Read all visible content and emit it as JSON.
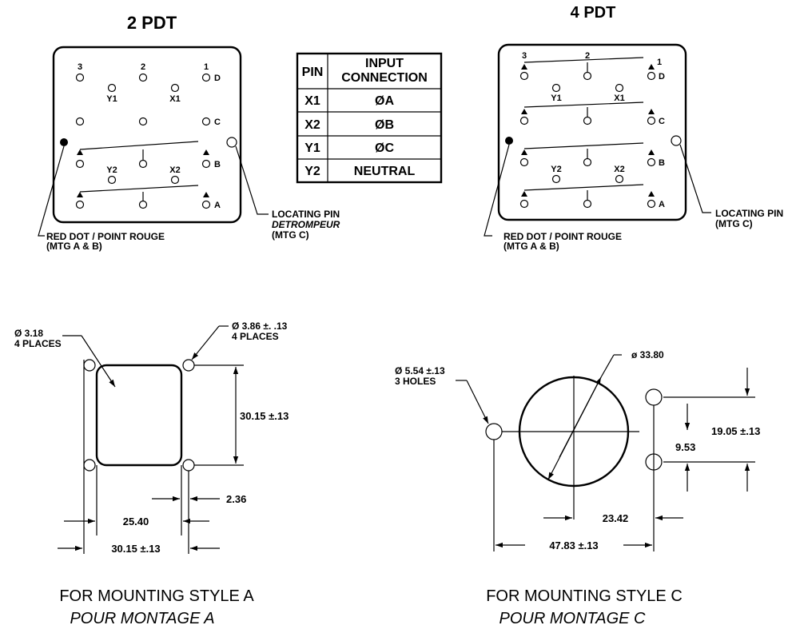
{
  "titles": {
    "two_pdt": "2 PDT",
    "four_pdt": "4 PDT"
  },
  "pin_labels": {
    "n3": "3",
    "n2": "2",
    "n1": "1",
    "d": "D",
    "c": "C",
    "b": "B",
    "a": "A",
    "y1": "Y1",
    "x1": "X1",
    "y2": "Y2",
    "x2": "X2"
  },
  "callouts": {
    "red_dot_line1": "RED DOT / POINT ROUGE",
    "red_dot_line2": "(MTG A & B)",
    "locating_pin": "LOCATING PIN",
    "detrompeur": "DETROMPEUR",
    "mtg_c": "(MTG C)"
  },
  "pin_table": {
    "header_pin": "PIN",
    "header_conn_line1": "INPUT",
    "header_conn_line2": "CONNECTION",
    "rows": [
      {
        "pin": "X1",
        "connection": "ØA"
      },
      {
        "pin": "X2",
        "connection": "ØB"
      },
      {
        "pin": "Y1",
        "connection": "ØC"
      },
      {
        "pin": "Y2",
        "connection": "NEUTRAL"
      }
    ]
  },
  "mount_a": {
    "hole_small_dia": "Ø 3.18",
    "hole_small_places": "4 PLACES",
    "hole_large_dia": "Ø 3.86 ±. .13",
    "hole_large_places": "4 PLACES",
    "height": "30.15 ±.13",
    "offset": "2.36",
    "inner_width": "25.40",
    "outer_width": "30.15 ±.13",
    "caption": "FOR MOUNTING STYLE A",
    "caption_fr": "POUR MONTAGE A"
  },
  "mount_c": {
    "big_dia": "ø 33.80",
    "hole_dia": "Ø 5.54 ±.13",
    "hole_count": "3 HOLES",
    "vertical_spacing": "19.05 ±.13",
    "half_spacing": "9.53",
    "center_offset": "23.42",
    "overall_width": "47.83 ±.13",
    "caption": "FOR MOUNTING STYLE C",
    "caption_fr": "POUR MONTAGE C"
  }
}
